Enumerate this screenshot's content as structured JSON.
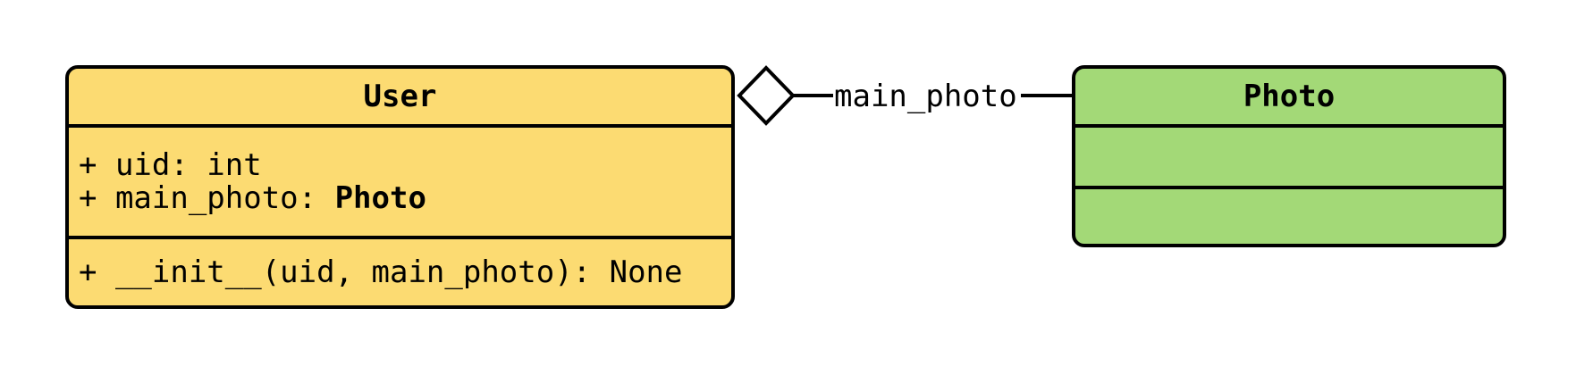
{
  "canvas": {
    "background": "#ffffff",
    "stroke_color": "#000000"
  },
  "classes": {
    "user": {
      "name": "User",
      "fill": "#fcdb72",
      "border_color": "#000000",
      "attributes": [
        {
          "text": "+ uid: int",
          "bold": ""
        },
        {
          "text": "+ main_photo: ",
          "bold": "Photo"
        }
      ],
      "methods": [
        {
          "text": "+ __init__(uid, main_photo): None",
          "bold": ""
        }
      ]
    },
    "photo": {
      "name": "Photo",
      "fill": "#a3d977",
      "border_color": "#000000",
      "attributes": [],
      "methods": []
    }
  },
  "connector": {
    "type": "aggregation",
    "label": "main_photo",
    "diamond_fill": "#ffffff",
    "color": "#000000"
  }
}
